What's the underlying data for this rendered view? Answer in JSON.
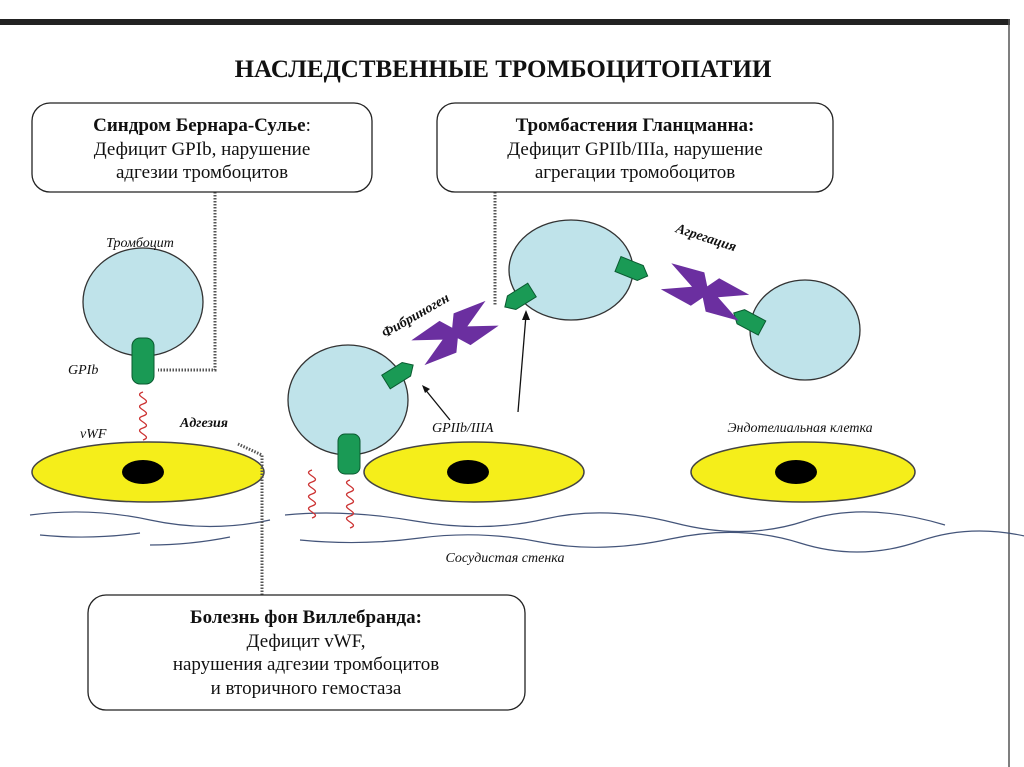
{
  "title": "НАСЛЕДСТВЕННЫЕ ТРОМБОЦИТОПАТИИ",
  "boxes": {
    "bernard_soulier": {
      "heading": "Синдром Бернара-Сулье",
      "heading_suffix": ":",
      "line1": "Дефицит GPIb, нарушение",
      "line2": "адгезии тромбоцитов"
    },
    "glanzmann": {
      "heading": "Тромбастения Гланцманна:",
      "line1": "Дефицит GPIIb/IIIa, нарушение",
      "line2": "агрегации тромобоцитов"
    },
    "von_willebrand": {
      "heading": "Болезнь фон Виллебранда:",
      "line1": "Дефицит vWF,",
      "line2": "нарушения адгезии тромбоцитов",
      "line3": "и вторичного гемостаза"
    }
  },
  "labels": {
    "platelet": "Тромбоцит",
    "gpib": "GPIb",
    "vwf": "vWF",
    "adhesion": "Адгезия",
    "fibrinogen": "Фибриноген",
    "aggregation": "Агрегация",
    "gpiib_iiia": "GPIIb/IIIA",
    "endothelial_cell": "Эндотелиальная клетка",
    "vessel_wall": "Сосудистая стенка"
  },
  "colors": {
    "platelet": "#bfe3ea",
    "receptor": "#1a9a55",
    "fibrinogen": "#6b2fa0",
    "cell": "#f5ee1a",
    "vwf": "#cc3333"
  }
}
